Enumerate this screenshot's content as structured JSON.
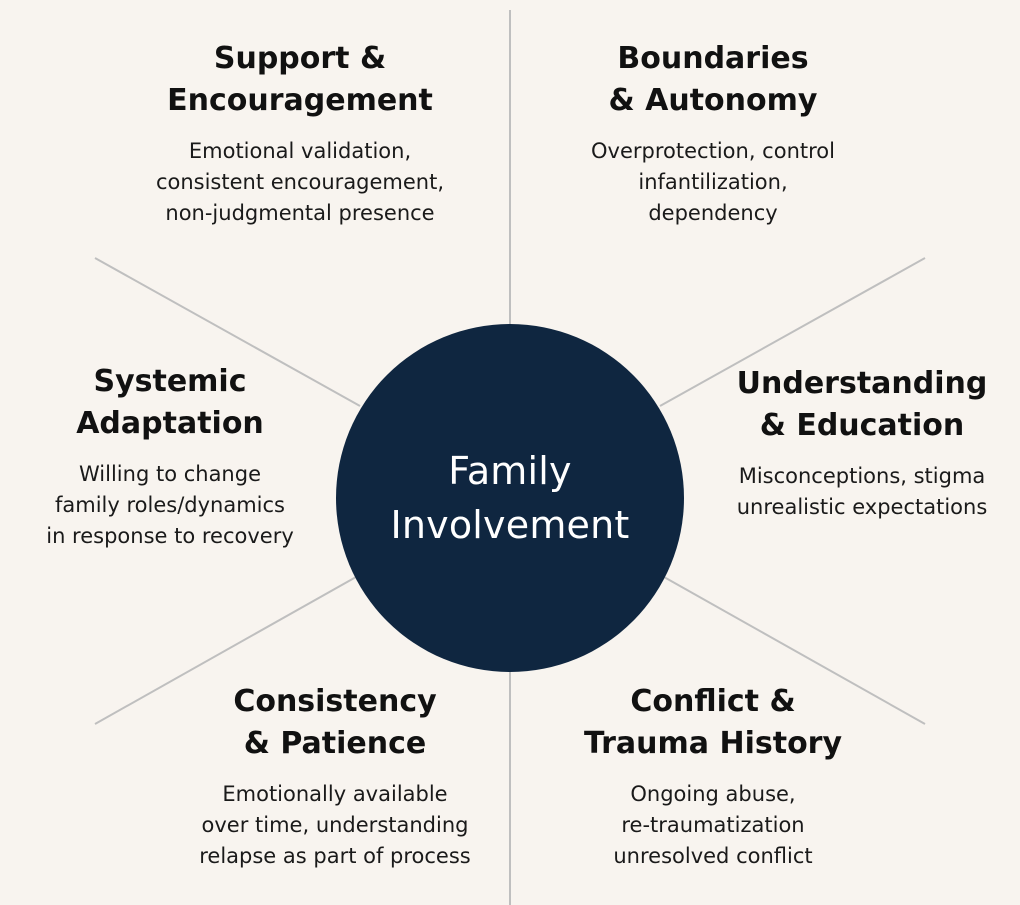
{
  "center": {
    "line1": "Family",
    "line2": "Involvement"
  },
  "nodes": {
    "support": {
      "title1": "Support &",
      "title2": "Encouragement",
      "desc1": "Emotional validation,",
      "desc2": "consistent encouragement,",
      "desc3": "non-judgmental presence"
    },
    "boundaries": {
      "title1": "Boundaries",
      "title2": "& Autonomy",
      "desc1": "Overprotection, control",
      "desc2": "infantilization,",
      "desc3": "dependency"
    },
    "systemic": {
      "title1": "Systemic",
      "title2": "Adaptation",
      "desc1": "Willing to change",
      "desc2": "family roles/dynamics",
      "desc3": "in response to recovery"
    },
    "understanding": {
      "title1": "Understanding",
      "title2": "& Education",
      "desc1": "Misconceptions, stigma",
      "desc2": "unrealistic expectations"
    },
    "consistency": {
      "title1": "Consistency",
      "title2": "& Patience",
      "desc1": "Emotionally available",
      "desc2": "over time, understanding",
      "desc3": "relapse as part of process"
    },
    "conflict": {
      "title1": "Conflict &",
      "title2": "Trauma History",
      "desc1": "Ongoing abuse,",
      "desc2": "re-traumatization",
      "desc3": "unresolved conflict"
    }
  },
  "colors": {
    "background": "#f8f4ef",
    "center_fill": "#0f2640",
    "connector": "#bfbfbf",
    "text": "#111111"
  }
}
